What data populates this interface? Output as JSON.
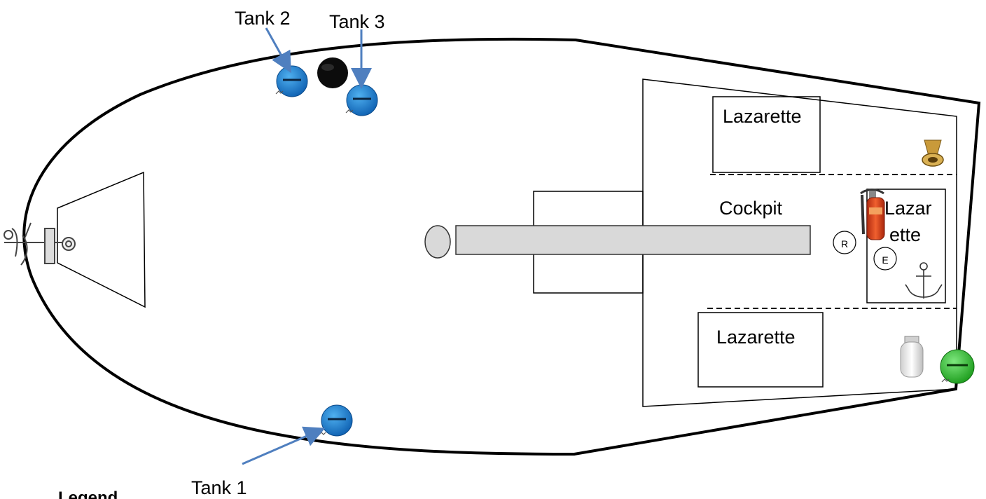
{
  "labels": {
    "tank1": "Tank 1",
    "tank2": "Tank 2",
    "tank3": "Tank 3",
    "lazarette_top": "Lazarette",
    "lazarette_bottom": "Lazarette",
    "lazarette_mid_line1": "Lazar",
    "lazarette_mid_line2": "ette",
    "cockpit": "Cockpit",
    "marker_r": "R",
    "marker_e": "E",
    "legend": "Legend"
  },
  "icons": {
    "bow_anchor": "anchor-icon",
    "stern_anchor": "anchor-icon",
    "fuel_caps": "tank-fill-cap-icon",
    "water_cap": "green-fill-cap-icon",
    "black_cap": "black-deck-cap-icon",
    "fire_extinguisher": "fire-extinguisher-icon",
    "propane_tank": "propane-tank-icon",
    "shore_power": "shore-power-plug-icon"
  },
  "colors": {
    "tank_cap_blue": "#1f86d6",
    "water_cap_green": "#2ec02e",
    "arrow_blue": "#4f7fbf",
    "table_gray": "#d9d9d9",
    "extinguisher_red": "#e2421c"
  }
}
